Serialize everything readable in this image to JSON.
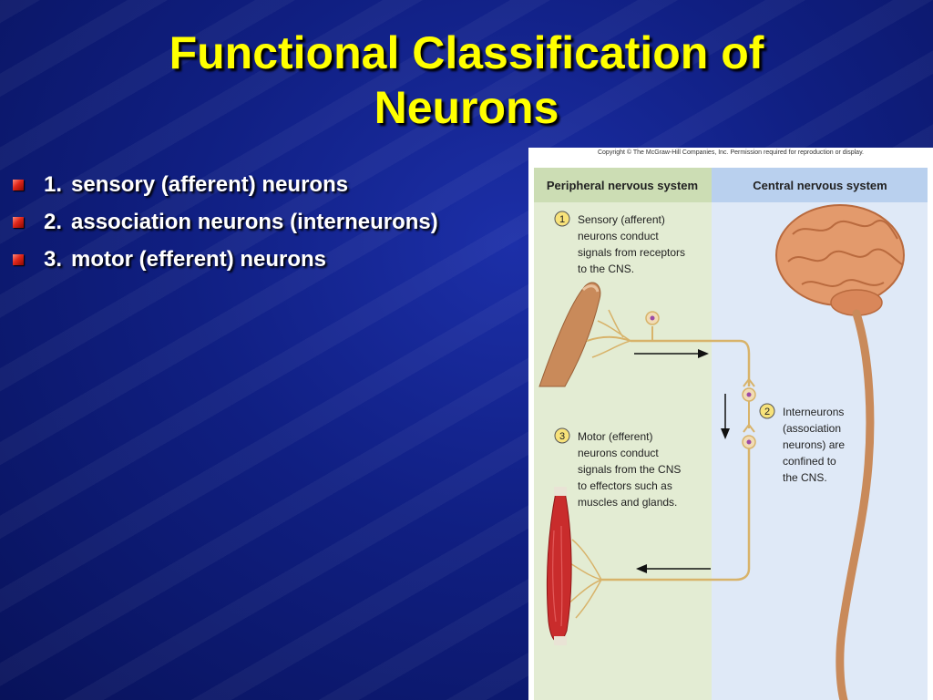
{
  "slide": {
    "title_line1": "Functional Classification of",
    "title_line2": "Neurons",
    "bullets": [
      {
        "number": "1.",
        "text": "sensory (afferent) neurons"
      },
      {
        "number": "2.",
        "text": "association neurons (interneurons)"
      },
      {
        "number": "3.",
        "text": "motor (efferent) neurons"
      }
    ]
  },
  "figure": {
    "copyright": "Copyright © The McGraw-Hill Companies, Inc. Permission required for reproduction or display.",
    "header_left": "Peripheral nervous system",
    "header_right": "Central nervous system",
    "step1": {
      "number": "1",
      "lines": [
        "Sensory (afferent)",
        "neurons conduct",
        "signals from receptors",
        "to the CNS."
      ]
    },
    "step2": {
      "number": "2",
      "lines": [
        "Interneurons",
        "(association",
        "neurons) are",
        "confined to",
        "the CNS."
      ]
    },
    "step3": {
      "number": "3",
      "lines": [
        "Motor (efferent)",
        "neurons conduct",
        "signals from the CNS",
        "to effectors such as",
        "muscles and glands."
      ]
    }
  },
  "colors": {
    "title": "#ffff00",
    "background": "#101f82",
    "bullet": "#e0261a",
    "pns_panel": "#e3ecd3",
    "cns_panel": "#dfe9f7",
    "neuron": "#d8b36a"
  },
  "icons": [
    "brain-icon",
    "finger-icon",
    "muscle-icon",
    "spinal-cord-icon"
  ]
}
